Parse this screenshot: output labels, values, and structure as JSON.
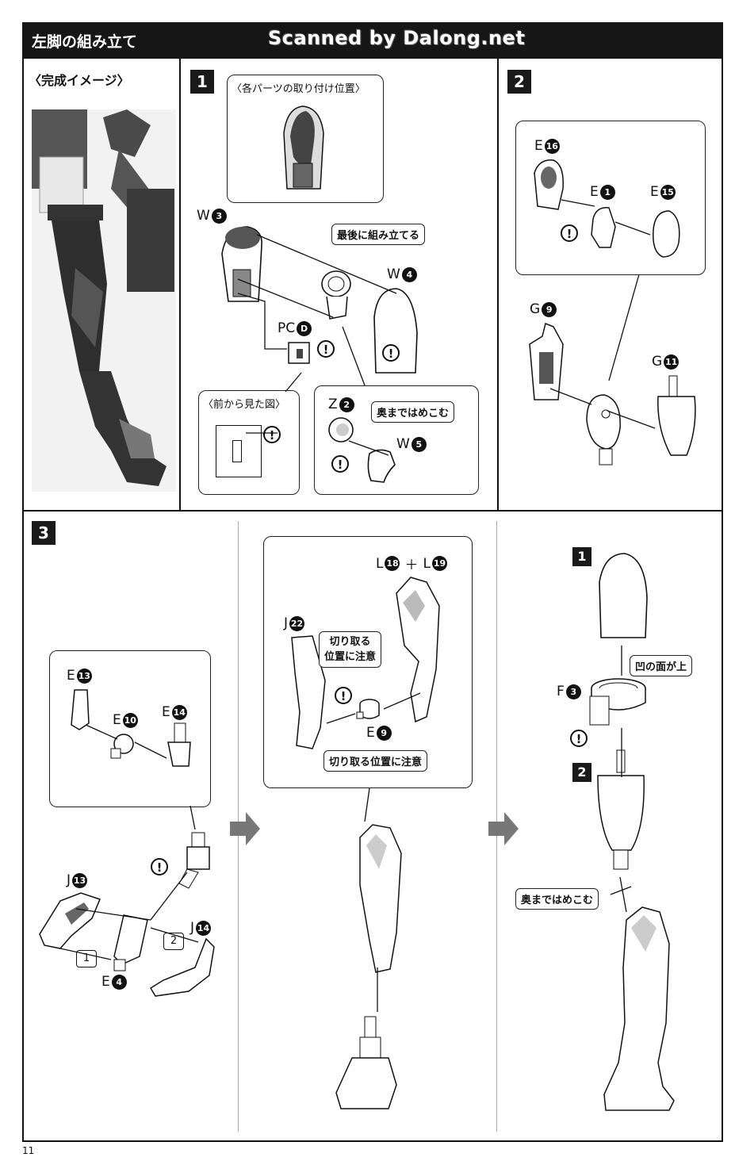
{
  "header": {
    "title": "左脚の組み立て",
    "scan_credit": "Scanned by Dalong.net"
  },
  "complete": {
    "label": "〈完成イメージ〉"
  },
  "step1": {
    "number": "1",
    "callout_title": "〈各パーツの取り付け位置〉",
    "part_w3": {
      "letter": "W",
      "num": "3"
    },
    "part_w4": {
      "letter": "W",
      "num": "4"
    },
    "part_pcd": {
      "letter": "PC",
      "num": "D"
    },
    "part_z2": {
      "letter": "Z",
      "num": "2"
    },
    "part_w5": {
      "letter": "W",
      "num": "5"
    },
    "note_last": "最後に組み立てる",
    "front_view": "〈前から見た図〉",
    "note_press": "奥まではめこむ"
  },
  "step2": {
    "number": "2",
    "part_e16": {
      "letter": "E",
      "num": "16"
    },
    "part_e1": {
      "letter": "E",
      "num": "1"
    },
    "part_e15": {
      "letter": "E",
      "num": "15"
    },
    "part_g9": {
      "letter": "G",
      "num": "9"
    },
    "part_g11": {
      "letter": "G",
      "num": "11"
    }
  },
  "step3": {
    "number": "3",
    "part_e13": {
      "letter": "E",
      "num": "13"
    },
    "part_e10": {
      "letter": "E",
      "num": "10"
    },
    "part_e14": {
      "letter": "E",
      "num": "14"
    },
    "part_j13": {
      "letter": "J",
      "num": "13"
    },
    "part_j14": {
      "letter": "J",
      "num": "14"
    },
    "part_e4": {
      "letter": "E",
      "num": "4"
    },
    "order1": "1",
    "order2": "2",
    "part_l18": {
      "letter": "L",
      "num": "18"
    },
    "plus": "＋",
    "part_l19": {
      "letter": "L",
      "num": "19"
    },
    "part_j22": {
      "letter": "J",
      "num": "22"
    },
    "note_cut_pos_line1": "切り取る",
    "note_cut_pos_line2": "位置に注意",
    "part_e9": {
      "letter": "E",
      "num": "9"
    },
    "note_cut_pos": "切り取る位置に注意",
    "sub1": "1",
    "sub2": "2",
    "part_f3": {
      "letter": "F",
      "num": "3"
    },
    "note_concave": "凹の面が上",
    "note_press": "奥まではめこむ"
  },
  "excl_mark": "!",
  "page": {
    "number": "11"
  }
}
